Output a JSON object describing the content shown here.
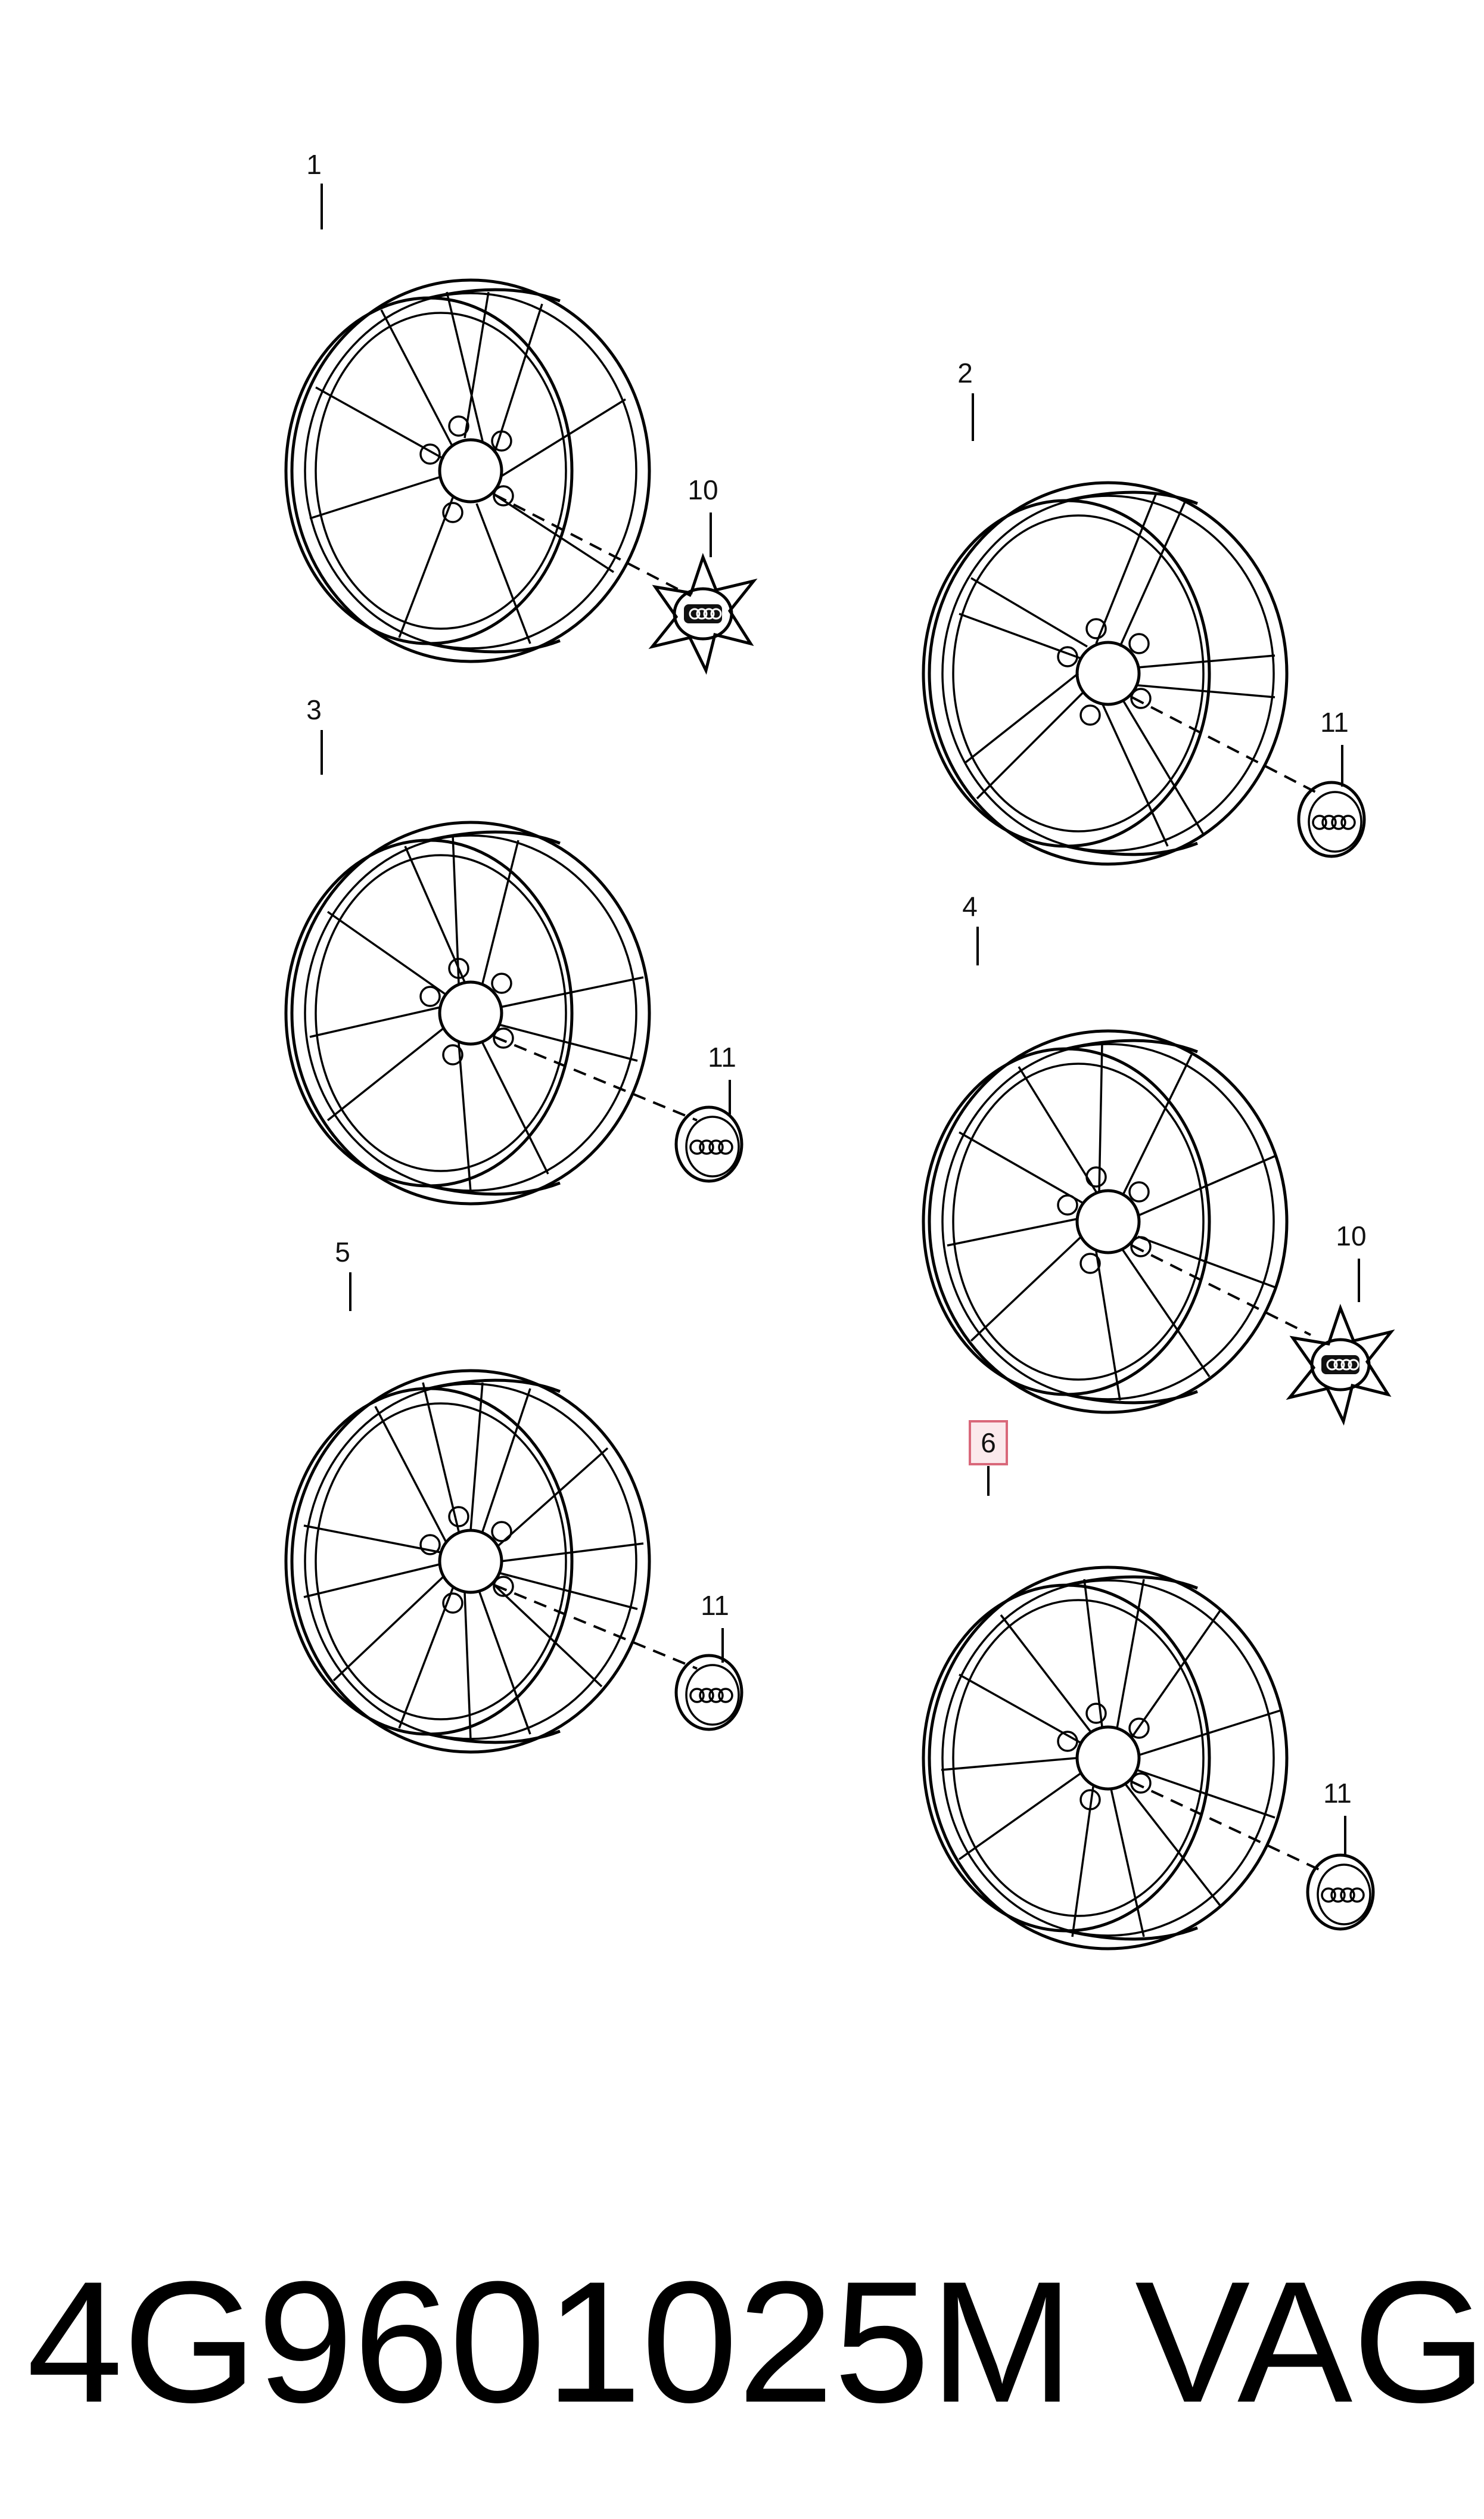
{
  "callouts": {
    "wheel_1": "1",
    "wheel_2": "2",
    "wheel_3": "3",
    "wheel_4": "4",
    "wheel_5": "5",
    "wheel_6": "6",
    "cap_wheel_1": "10",
    "cap_wheel_2": "11",
    "cap_wheel_3": "11",
    "cap_wheel_4": "10",
    "cap_wheel_5": "11",
    "cap_wheel_6": "11"
  },
  "highlight_color": "#d9687a",
  "footer": {
    "part_number": "4G9601025M",
    "brand": "VAG"
  }
}
